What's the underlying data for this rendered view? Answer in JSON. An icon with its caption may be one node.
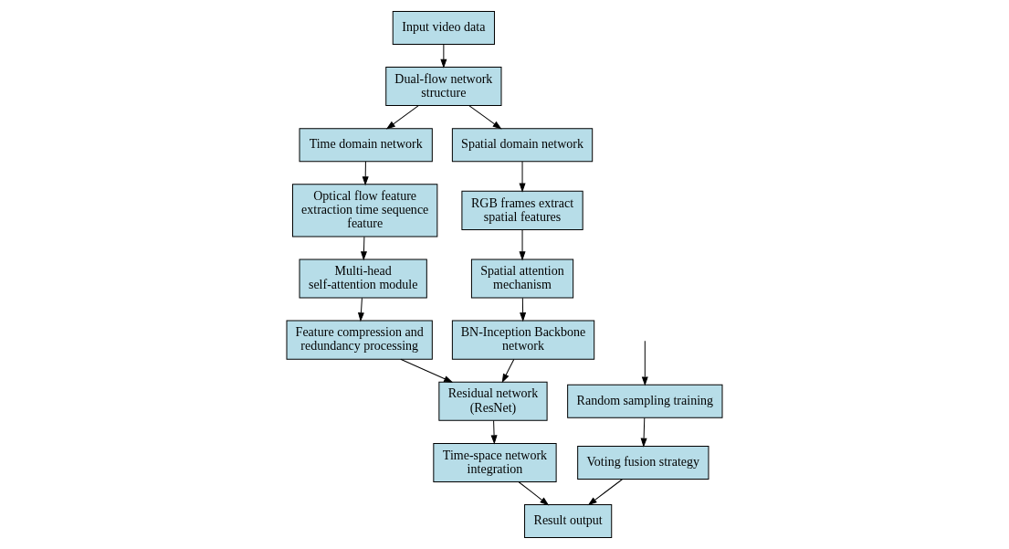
{
  "diagram": {
    "nodes": [
      {
        "text": [
          "Input video data"
        ]
      },
      {
        "text": [
          "Dual-flow network structure"
        ]
      },
      {
        "text": [
          "Time domain network"
        ]
      },
      {
        "text": [
          "Spatial domain network"
        ]
      },
      {
        "text": [
          "Optical flow feature extraction time sequence feature"
        ]
      },
      {
        "text": [
          "RGB frames extract spatial features"
        ]
      },
      {
        "text": [
          "Multi-head self-attention module"
        ]
      },
      {
        "text": [
          "Spatial attention mechanism"
        ]
      },
      {
        "text": [
          "Feature compression and redundancy processing"
        ]
      },
      {
        "text": [
          "BN-Inception Backbone network"
        ]
      },
      {
        "text": [
          "Result output"
        ]
      },
      {
        "text": [
          "Time-space network integration"
        ]
      },
      {
        "text": [
          "Voting fusion strategy"
        ]
      },
      {
        "text": [
          "Residual network (ResNet)"
        ]
      },
      {
        "text": [
          "Random sampling training"
        ]
      }
    ],
    "edges": [
      {
        "from": 0,
        "to": 1,
        "arrow": "to"
      },
      {
        "from": 1,
        "to": 2,
        "arrow": "to"
      },
      {
        "from": 1,
        "to": 3,
        "arrow": "to"
      },
      {
        "from": 2,
        "to": 4,
        "arrow": "to"
      },
      {
        "from": 4,
        "to": 6,
        "arrow": "to"
      },
      {
        "from": 6,
        "to": 8,
        "arrow": "to"
      },
      {
        "from": 3,
        "to": 5,
        "arrow": "to"
      },
      {
        "from": 5,
        "to": 7,
        "arrow": "to"
      },
      {
        "from": 7,
        "to": 9,
        "arrow": "to"
      },
      {
        "from": 8,
        "to": 13,
        "arrow": "to"
      },
      {
        "from": 9,
        "to": 13,
        "arrow": "to"
      },
      {
        "from": 13,
        "to": 11,
        "arrow": "to"
      },
      {
        "from": null,
        "to": 14,
        "arrow": "to"
      },
      {
        "from": 14,
        "to": 12,
        "arrow": "to"
      },
      {
        "from": 11,
        "to": 10,
        "arrow": "to"
      },
      {
        "from": 12,
        "to": 10,
        "arrow": "to"
      }
    ]
  }
}
